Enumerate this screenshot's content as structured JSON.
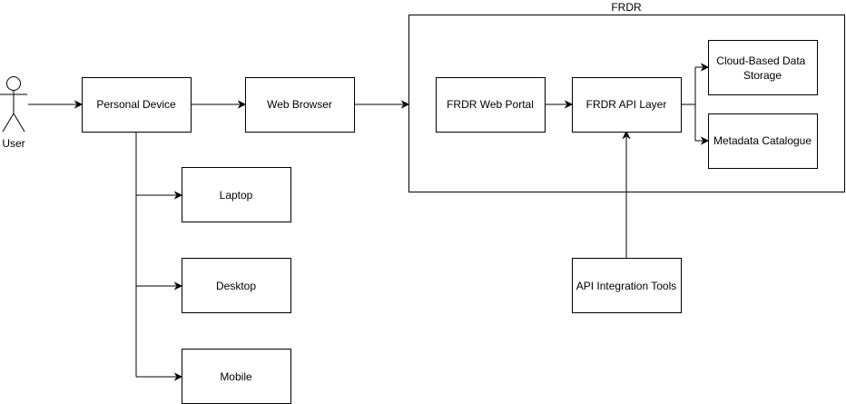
{
  "container": {
    "label": "FRDR"
  },
  "actor": {
    "label": "User"
  },
  "nodes": {
    "personal_device": "Personal Device",
    "web_browser": "Web Browser",
    "frdr_web_portal": "FRDR Web Portal",
    "frdr_api_layer": "FRDR API Layer",
    "cloud_storage": [
      "Cloud-Based Data",
      "Storage"
    ],
    "metadata_catalogue": "Metadata Catalogue",
    "laptop": "Laptop",
    "desktop": "Desktop",
    "mobile": "Mobile",
    "api_integration_tools": "API Integration Tools"
  }
}
